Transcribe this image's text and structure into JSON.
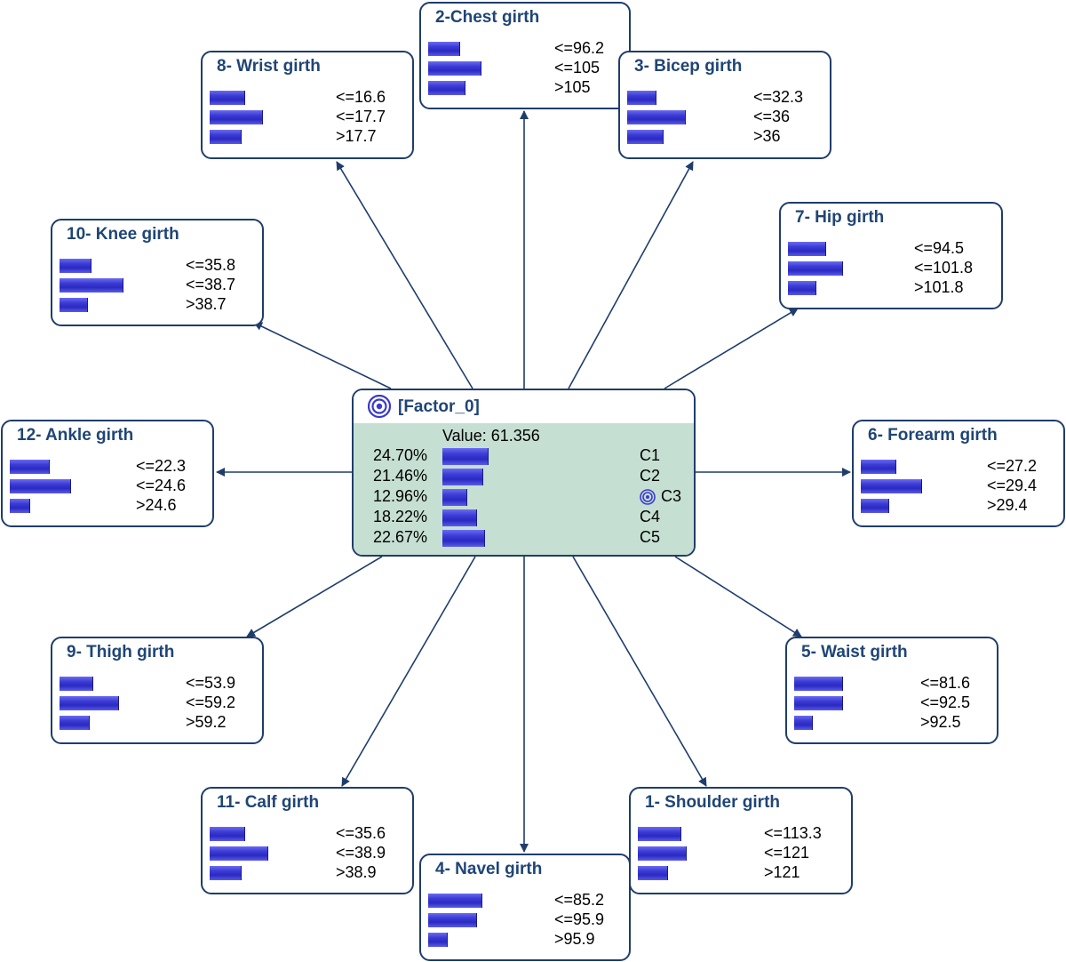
{
  "factor": {
    "title": "[Factor_0]",
    "value_label": "Value: 61.356",
    "target_icon": "target-icon",
    "selected_state": "C3",
    "states": [
      {
        "pct": "24.70%",
        "label": "C1",
        "p": 0.247
      },
      {
        "pct": "21.46%",
        "label": "C2",
        "p": 0.2146
      },
      {
        "pct": "12.96%",
        "label": "C3",
        "p": 0.1296
      },
      {
        "pct": "18.22%",
        "label": "C4",
        "p": 0.1822
      },
      {
        "pct": "22.67%",
        "label": "C5",
        "p": 0.2267
      }
    ]
  },
  "colors": {
    "edge": "#1f3d6b",
    "title": "#1f4576",
    "factor_body": "#c6dfd3",
    "bar": "#3c3cd6"
  },
  "nodes": [
    {
      "id": "chest",
      "title": "2-Chest girth",
      "states": [
        {
          "label": "<=96.2",
          "p": 0.3
        },
        {
          "label": "<=105",
          "p": 0.5
        },
        {
          "label": ">105",
          "p": 0.35
        }
      ]
    },
    {
      "id": "wrist",
      "title": "8- Wrist girth",
      "states": [
        {
          "label": "<=16.6",
          "p": 0.33
        },
        {
          "label": "<=17.7",
          "p": 0.5
        },
        {
          "label": ">17.7",
          "p": 0.3
        }
      ]
    },
    {
      "id": "bicep",
      "title": "3- Bicep girth",
      "states": [
        {
          "label": "<=32.3",
          "p": 0.27
        },
        {
          "label": "<=36",
          "p": 0.55
        },
        {
          "label": ">36",
          "p": 0.34
        }
      ]
    },
    {
      "id": "hip",
      "title": "7- Hip girth",
      "states": [
        {
          "label": "<=94.5",
          "p": 0.36
        },
        {
          "label": "<=101.8",
          "p": 0.52
        },
        {
          "label": ">101.8",
          "p": 0.26
        }
      ]
    },
    {
      "id": "knee",
      "title": "10- Knee girth",
      "states": [
        {
          "label": "<=35.8",
          "p": 0.3
        },
        {
          "label": "<=38.7",
          "p": 0.6
        },
        {
          "label": ">38.7",
          "p": 0.26
        }
      ]
    },
    {
      "id": "ankle",
      "title": "12- Ankle girth",
      "states": [
        {
          "label": "<=22.3",
          "p": 0.37
        },
        {
          "label": "<=24.6",
          "p": 0.58
        },
        {
          "label": ">24.6",
          "p": 0.19
        }
      ]
    },
    {
      "id": "forearm",
      "title": "6- Forearm girth",
      "states": [
        {
          "label": "<=27.2",
          "p": 0.33
        },
        {
          "label": "<=29.4",
          "p": 0.58
        },
        {
          "label": ">29.4",
          "p": 0.26
        }
      ]
    },
    {
      "id": "thigh",
      "title": "9- Thigh girth",
      "states": [
        {
          "label": "<=53.9",
          "p": 0.31
        },
        {
          "label": "<=59.2",
          "p": 0.56
        },
        {
          "label": ">59.2",
          "p": 0.28
        }
      ]
    },
    {
      "id": "waist",
      "title": "5- Waist girth",
      "states": [
        {
          "label": "<=81.6",
          "p": 0.46
        },
        {
          "label": "<=92.5",
          "p": 0.46
        },
        {
          "label": ">92.5",
          "p": 0.17
        }
      ]
    },
    {
      "id": "calf",
      "title": "11- Calf girth",
      "states": [
        {
          "label": "<=35.6",
          "p": 0.33
        },
        {
          "label": "<=38.9",
          "p": 0.55
        },
        {
          "label": ">38.9",
          "p": 0.3
        }
      ]
    },
    {
      "id": "shoulder",
      "title": "1- Shoulder girth",
      "states": [
        {
          "label": "<=113.3",
          "p": 0.41
        },
        {
          "label": "<=121",
          "p": 0.46
        },
        {
          "label": ">121",
          "p": 0.28
        }
      ]
    },
    {
      "id": "navel",
      "title": "4- Navel girth",
      "states": [
        {
          "label": "<=85.2",
          "p": 0.51
        },
        {
          "label": "<=95.9",
          "p": 0.46
        },
        {
          "label": ">95.9",
          "p": 0.18
        }
      ]
    }
  ]
}
